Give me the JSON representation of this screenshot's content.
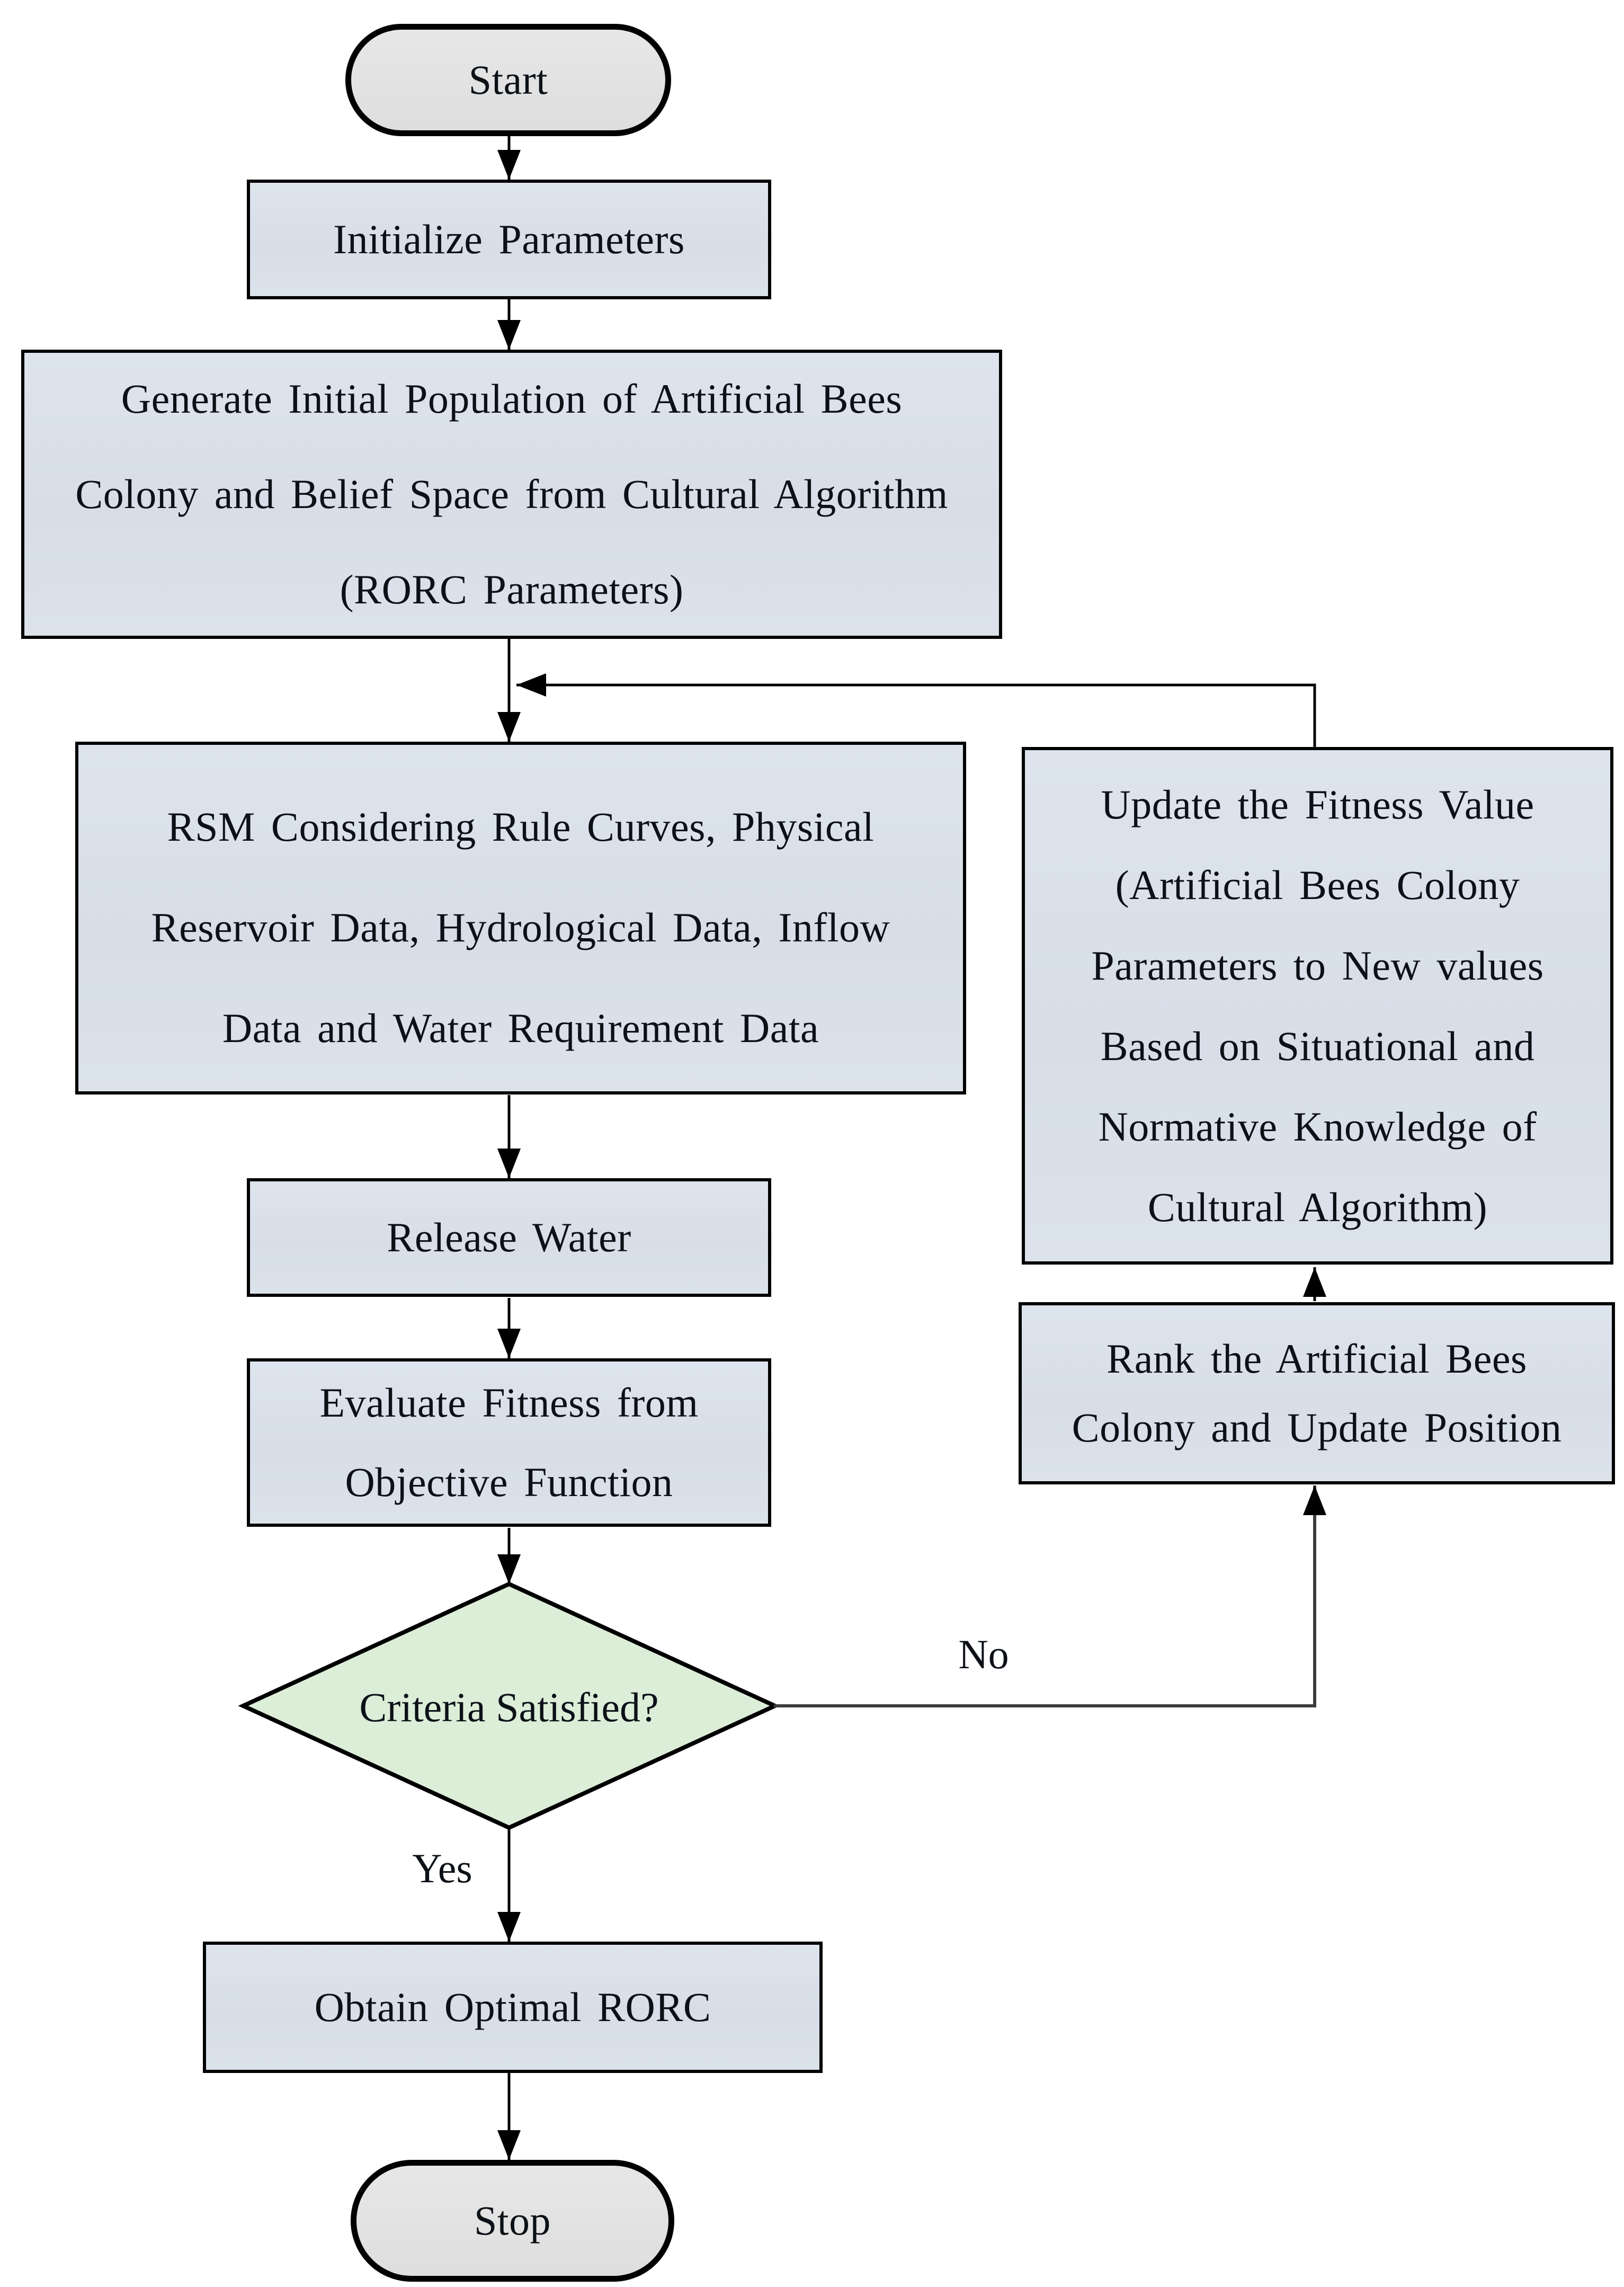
{
  "diagram": {
    "type": "flowchart",
    "description": "Hybrid Artificial Bees Colony / Cultural Algorithm optimization flowchart for Reservoir Operation Rule Curves (RORC)"
  },
  "colors": {
    "process_fill": "#d9e0ea",
    "terminator_fill": "#e2e2e2",
    "decision_fill": "#dcedd8",
    "border": "#000000",
    "no_branch_line": "#3c3c3c",
    "text": "#0c1117",
    "background": "#ffffff"
  },
  "nodes": {
    "start": {
      "type": "terminator",
      "label": "Start"
    },
    "initialize": {
      "type": "process",
      "label": "Initialize Parameters"
    },
    "generate": {
      "type": "process",
      "lines": [
        "Generate Initial Population of Artificial Bees",
        "Colony and Belief Space from Cultural Algorithm",
        "(RORC Parameters)"
      ]
    },
    "rsm": {
      "type": "process",
      "lines": [
        "RSM Considering Rule Curves, Physical",
        "Reservoir Data, Hydrological Data, Inflow",
        "Data and Water Requirement Data"
      ]
    },
    "release": {
      "type": "process",
      "label": "Release Water"
    },
    "evaluate": {
      "type": "process",
      "lines": [
        "Evaluate Fitness from",
        "Objective Function"
      ]
    },
    "criteria": {
      "type": "decision",
      "label": "Criteria Satisfied?"
    },
    "obtain": {
      "type": "process",
      "label": "Obtain Optimal RORC"
    },
    "stop": {
      "type": "terminator",
      "label": "Stop"
    },
    "rank": {
      "type": "process",
      "lines": [
        "Rank the Artificial Bees",
        "Colony and Update Position"
      ]
    },
    "update": {
      "type": "process",
      "lines": [
        "Update the Fitness Value",
        "(Artificial Bees Colony",
        "Parameters to New values",
        "Based on Situational and",
        "Normative Knowledge of",
        "Cultural Algorithm)"
      ]
    }
  },
  "edges": {
    "yes_label": "Yes",
    "no_label": "No"
  }
}
